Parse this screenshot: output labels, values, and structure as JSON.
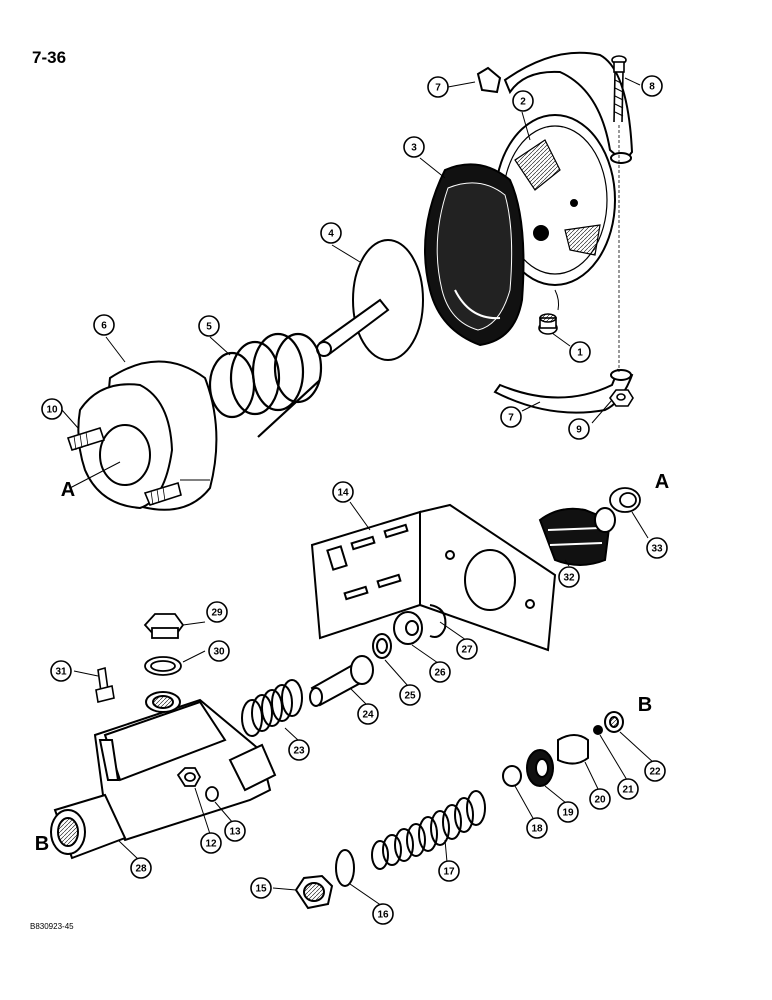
{
  "page": {
    "number": "7-36",
    "figure_code": "B830923-45"
  },
  "callouts": [
    {
      "id": "c1",
      "label": "1"
    },
    {
      "id": "c2",
      "label": "2"
    },
    {
      "id": "c3",
      "label": "3"
    },
    {
      "id": "c4",
      "label": "4"
    },
    {
      "id": "c5",
      "label": "5"
    },
    {
      "id": "c6",
      "label": "6"
    },
    {
      "id": "c7a",
      "label": "7"
    },
    {
      "id": "c7b",
      "label": "7"
    },
    {
      "id": "c8",
      "label": "8"
    },
    {
      "id": "c9",
      "label": "9"
    },
    {
      "id": "c10",
      "label": "10"
    },
    {
      "id": "c12",
      "label": "12"
    },
    {
      "id": "c13",
      "label": "13"
    },
    {
      "id": "c14",
      "label": "14"
    },
    {
      "id": "c15",
      "label": "15"
    },
    {
      "id": "c16",
      "label": "16"
    },
    {
      "id": "c17",
      "label": "17"
    },
    {
      "id": "c18",
      "label": "18"
    },
    {
      "id": "c19",
      "label": "19"
    },
    {
      "id": "c20",
      "label": "20"
    },
    {
      "id": "c21",
      "label": "21"
    },
    {
      "id": "c22",
      "label": "22"
    },
    {
      "id": "c23",
      "label": "23"
    },
    {
      "id": "c24",
      "label": "24"
    },
    {
      "id": "c25",
      "label": "25"
    },
    {
      "id": "c26",
      "label": "26"
    },
    {
      "id": "c27",
      "label": "27"
    },
    {
      "id": "c28",
      "label": "28"
    },
    {
      "id": "c29",
      "label": "29"
    },
    {
      "id": "c30",
      "label": "30"
    },
    {
      "id": "c31",
      "label": "31"
    },
    {
      "id": "c32",
      "label": "32"
    },
    {
      "id": "c33",
      "label": "33"
    }
  ],
  "refs": [
    {
      "id": "refA1",
      "label": "A"
    },
    {
      "id": "refA2",
      "label": "A"
    },
    {
      "id": "refB1",
      "label": "B"
    },
    {
      "id": "refB2",
      "label": "B"
    }
  ]
}
